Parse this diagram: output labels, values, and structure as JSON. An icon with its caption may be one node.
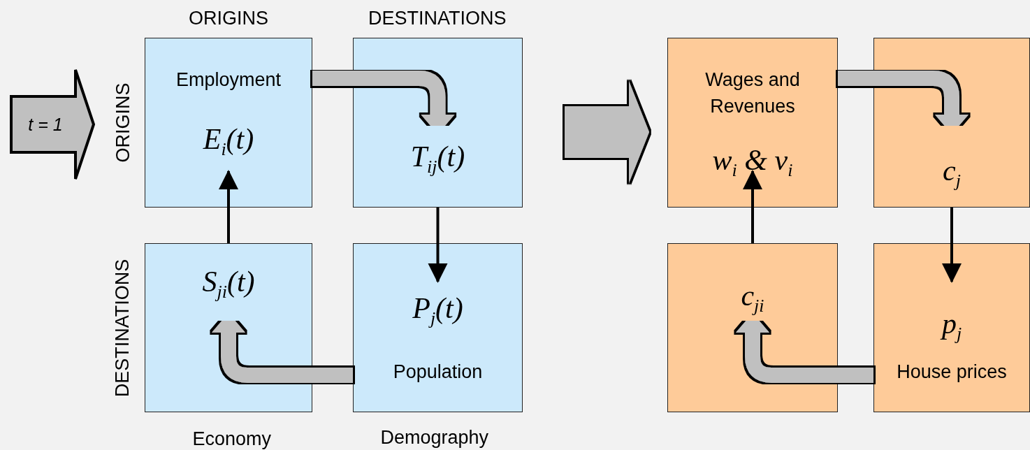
{
  "diagram": {
    "nodes": [
      {
        "text": [
          "Employment",
          "E$_{i}$(t)"
        ]
      },
      {
        "text": [
          "T$_{ij}$(t)"
        ]
      },
      {
        "text": [
          "S$_{ji}$(t)"
        ]
      },
      {
        "text": [
          "P$_{j}$(t)",
          "Population"
        ]
      },
      {
        "text": [
          "Wages and Revenues",
          "w$_{i}$ & v$_{i}$"
        ]
      },
      {
        "text": [
          "c$_{j}$"
        ]
      },
      {
        "text": [
          "c$_{ji}$"
        ]
      },
      {
        "text": [
          "p$_{j}$",
          "House prices"
        ]
      },
      {
        "text": [
          "t = 1"
        ]
      }
    ],
    "edges": [
      {
        "from": 0,
        "to": 1,
        "arrow": "to",
        "style": "thick"
      },
      {
        "from": 1,
        "to": 3,
        "arrow": "to",
        "color": "#000000"
      },
      {
        "from": 3,
        "to": 2,
        "arrow": "to",
        "style": "thick"
      },
      {
        "from": 2,
        "to": 0,
        "arrow": "to",
        "color": "#000000"
      },
      {
        "from": 4,
        "to": 5,
        "arrow": "to",
        "style": "thick"
      },
      {
        "from": 5,
        "to": 7,
        "arrow": "to",
        "color": "#000000"
      },
      {
        "from": 7,
        "to": 6,
        "arrow": "to",
        "style": "thick"
      },
      {
        "from": 6,
        "to": 4,
        "arrow": "to",
        "color": "#000000"
      }
    ],
    "labels": [
      "ORIGINS",
      "DESTINATIONS",
      "ORIGINS",
      "DESTINATIONS",
      "Economy",
      "Demography"
    ]
  }
}
